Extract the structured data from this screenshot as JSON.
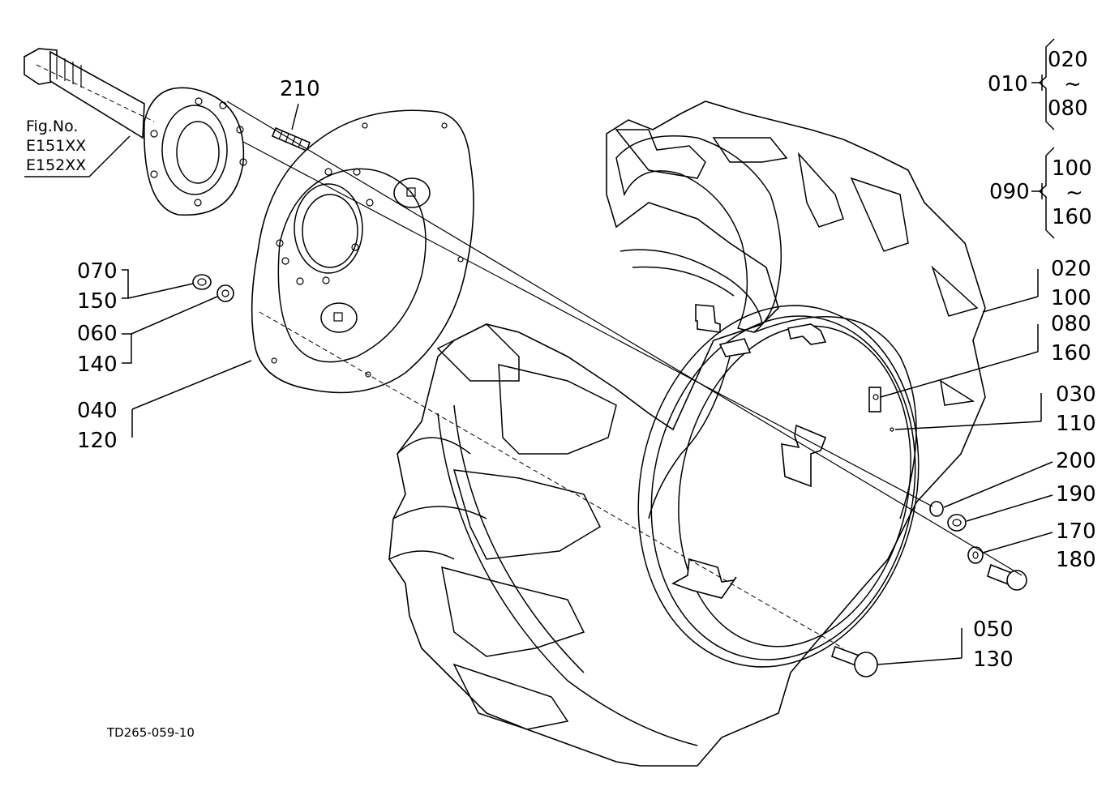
{
  "figure_ref": {
    "title": "Fig.No.",
    "lines": [
      "E151XX",
      "E152XX"
    ]
  },
  "drawing_code": "TD265-059-10",
  "callouts": {
    "c010": "010",
    "c020_top": "020",
    "c080_top": "080",
    "c090": "090",
    "c100_top": "100",
    "c160_top": "160",
    "tilde": "~",
    "c210": "210",
    "c070": "070",
    "c150": "150",
    "c060": "060",
    "c140": "140",
    "c040": "040",
    "c120": "120",
    "c020": "020",
    "c100": "100",
    "c080": "080",
    "c160": "160",
    "c030": "030",
    "c110": "110",
    "c200": "200",
    "c190": "190",
    "c170": "170",
    "c180": "180",
    "c050": "050",
    "c130": "130"
  },
  "colors": {
    "line": "#000000",
    "background": "#ffffff"
  }
}
